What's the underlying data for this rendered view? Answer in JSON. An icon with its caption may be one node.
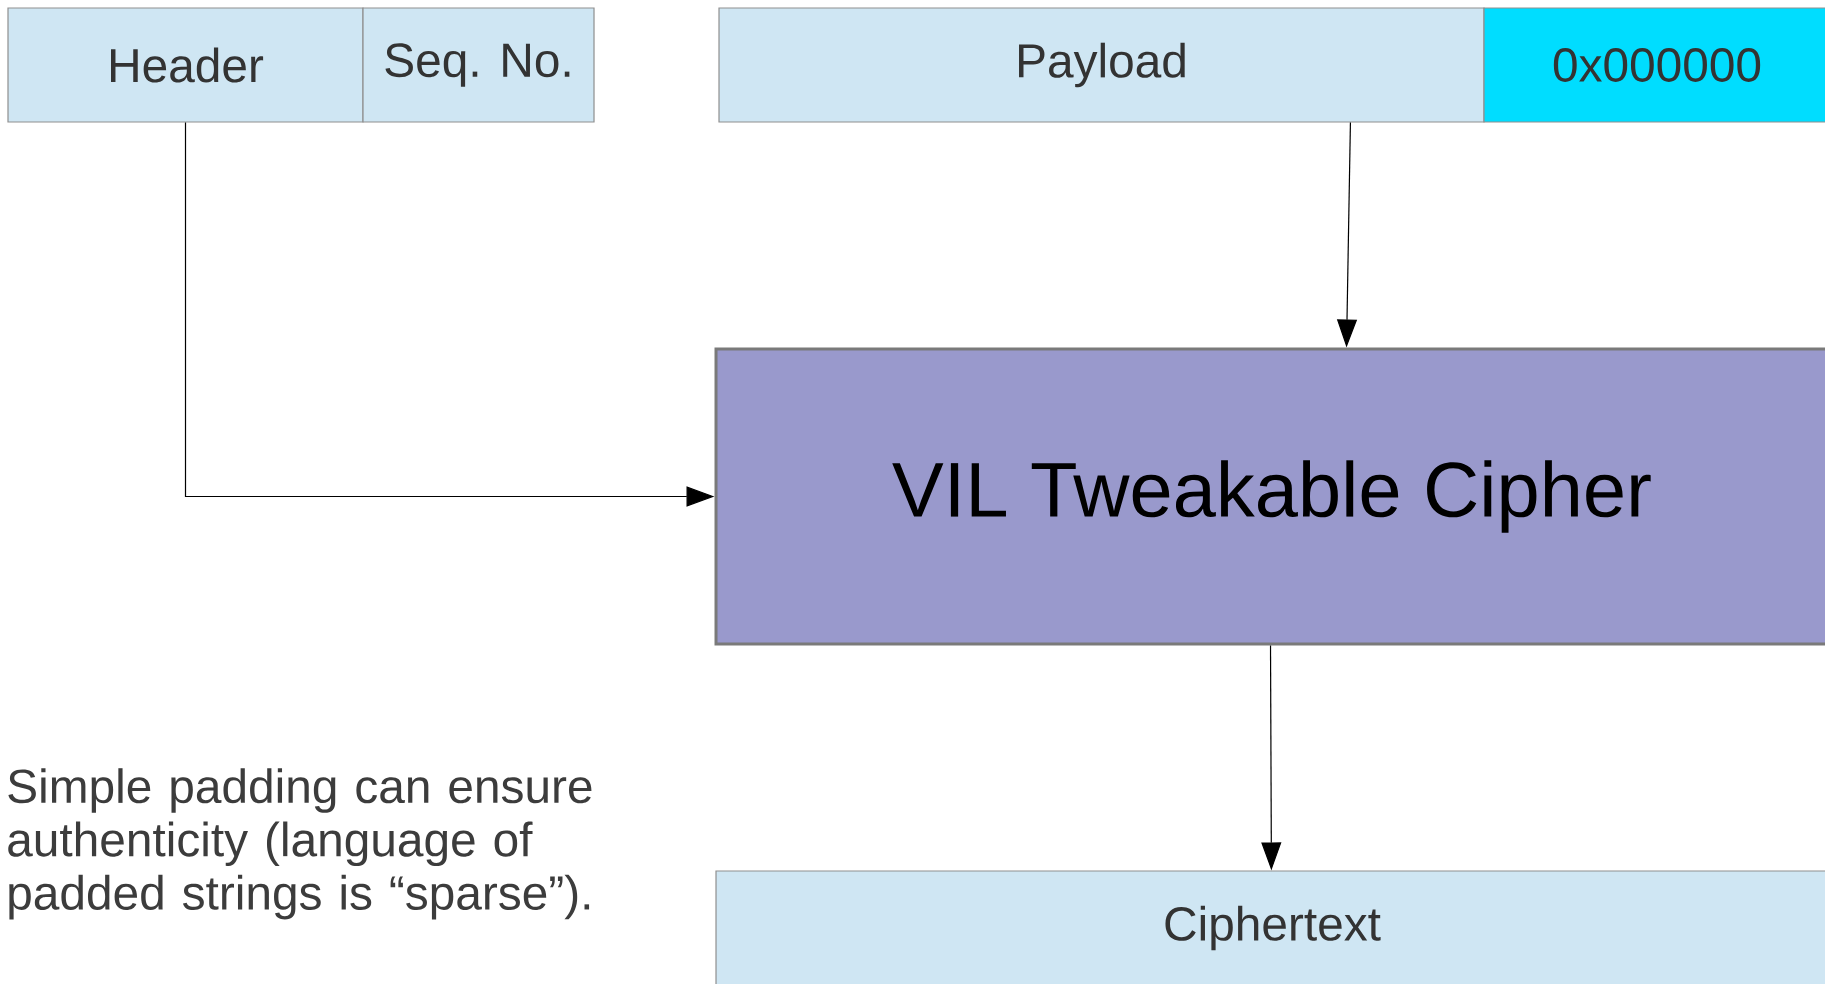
{
  "diagram": {
    "nodes": [
      {
        "text": [
          "Header"
        ]
      },
      {
        "text": [
          "Seq. No."
        ]
      },
      {
        "text": [
          "Payload"
        ]
      },
      {
        "text": [
          "0x000000"
        ]
      },
      {
        "text": [
          "VIL Tweakable Cipher"
        ]
      },
      {
        "text": [
          "Ciphertext"
        ]
      }
    ],
    "edges": [
      {
        "from": 0,
        "to": 4,
        "arrow": "to"
      },
      {
        "from": 2,
        "to": 4,
        "arrow": "to"
      },
      {
        "from": 4,
        "to": 5,
        "arrow": "to"
      }
    ],
    "labels": [
      "Simple padding can ensure authenticity (language of padded strings is “sparse”)."
    ]
  }
}
